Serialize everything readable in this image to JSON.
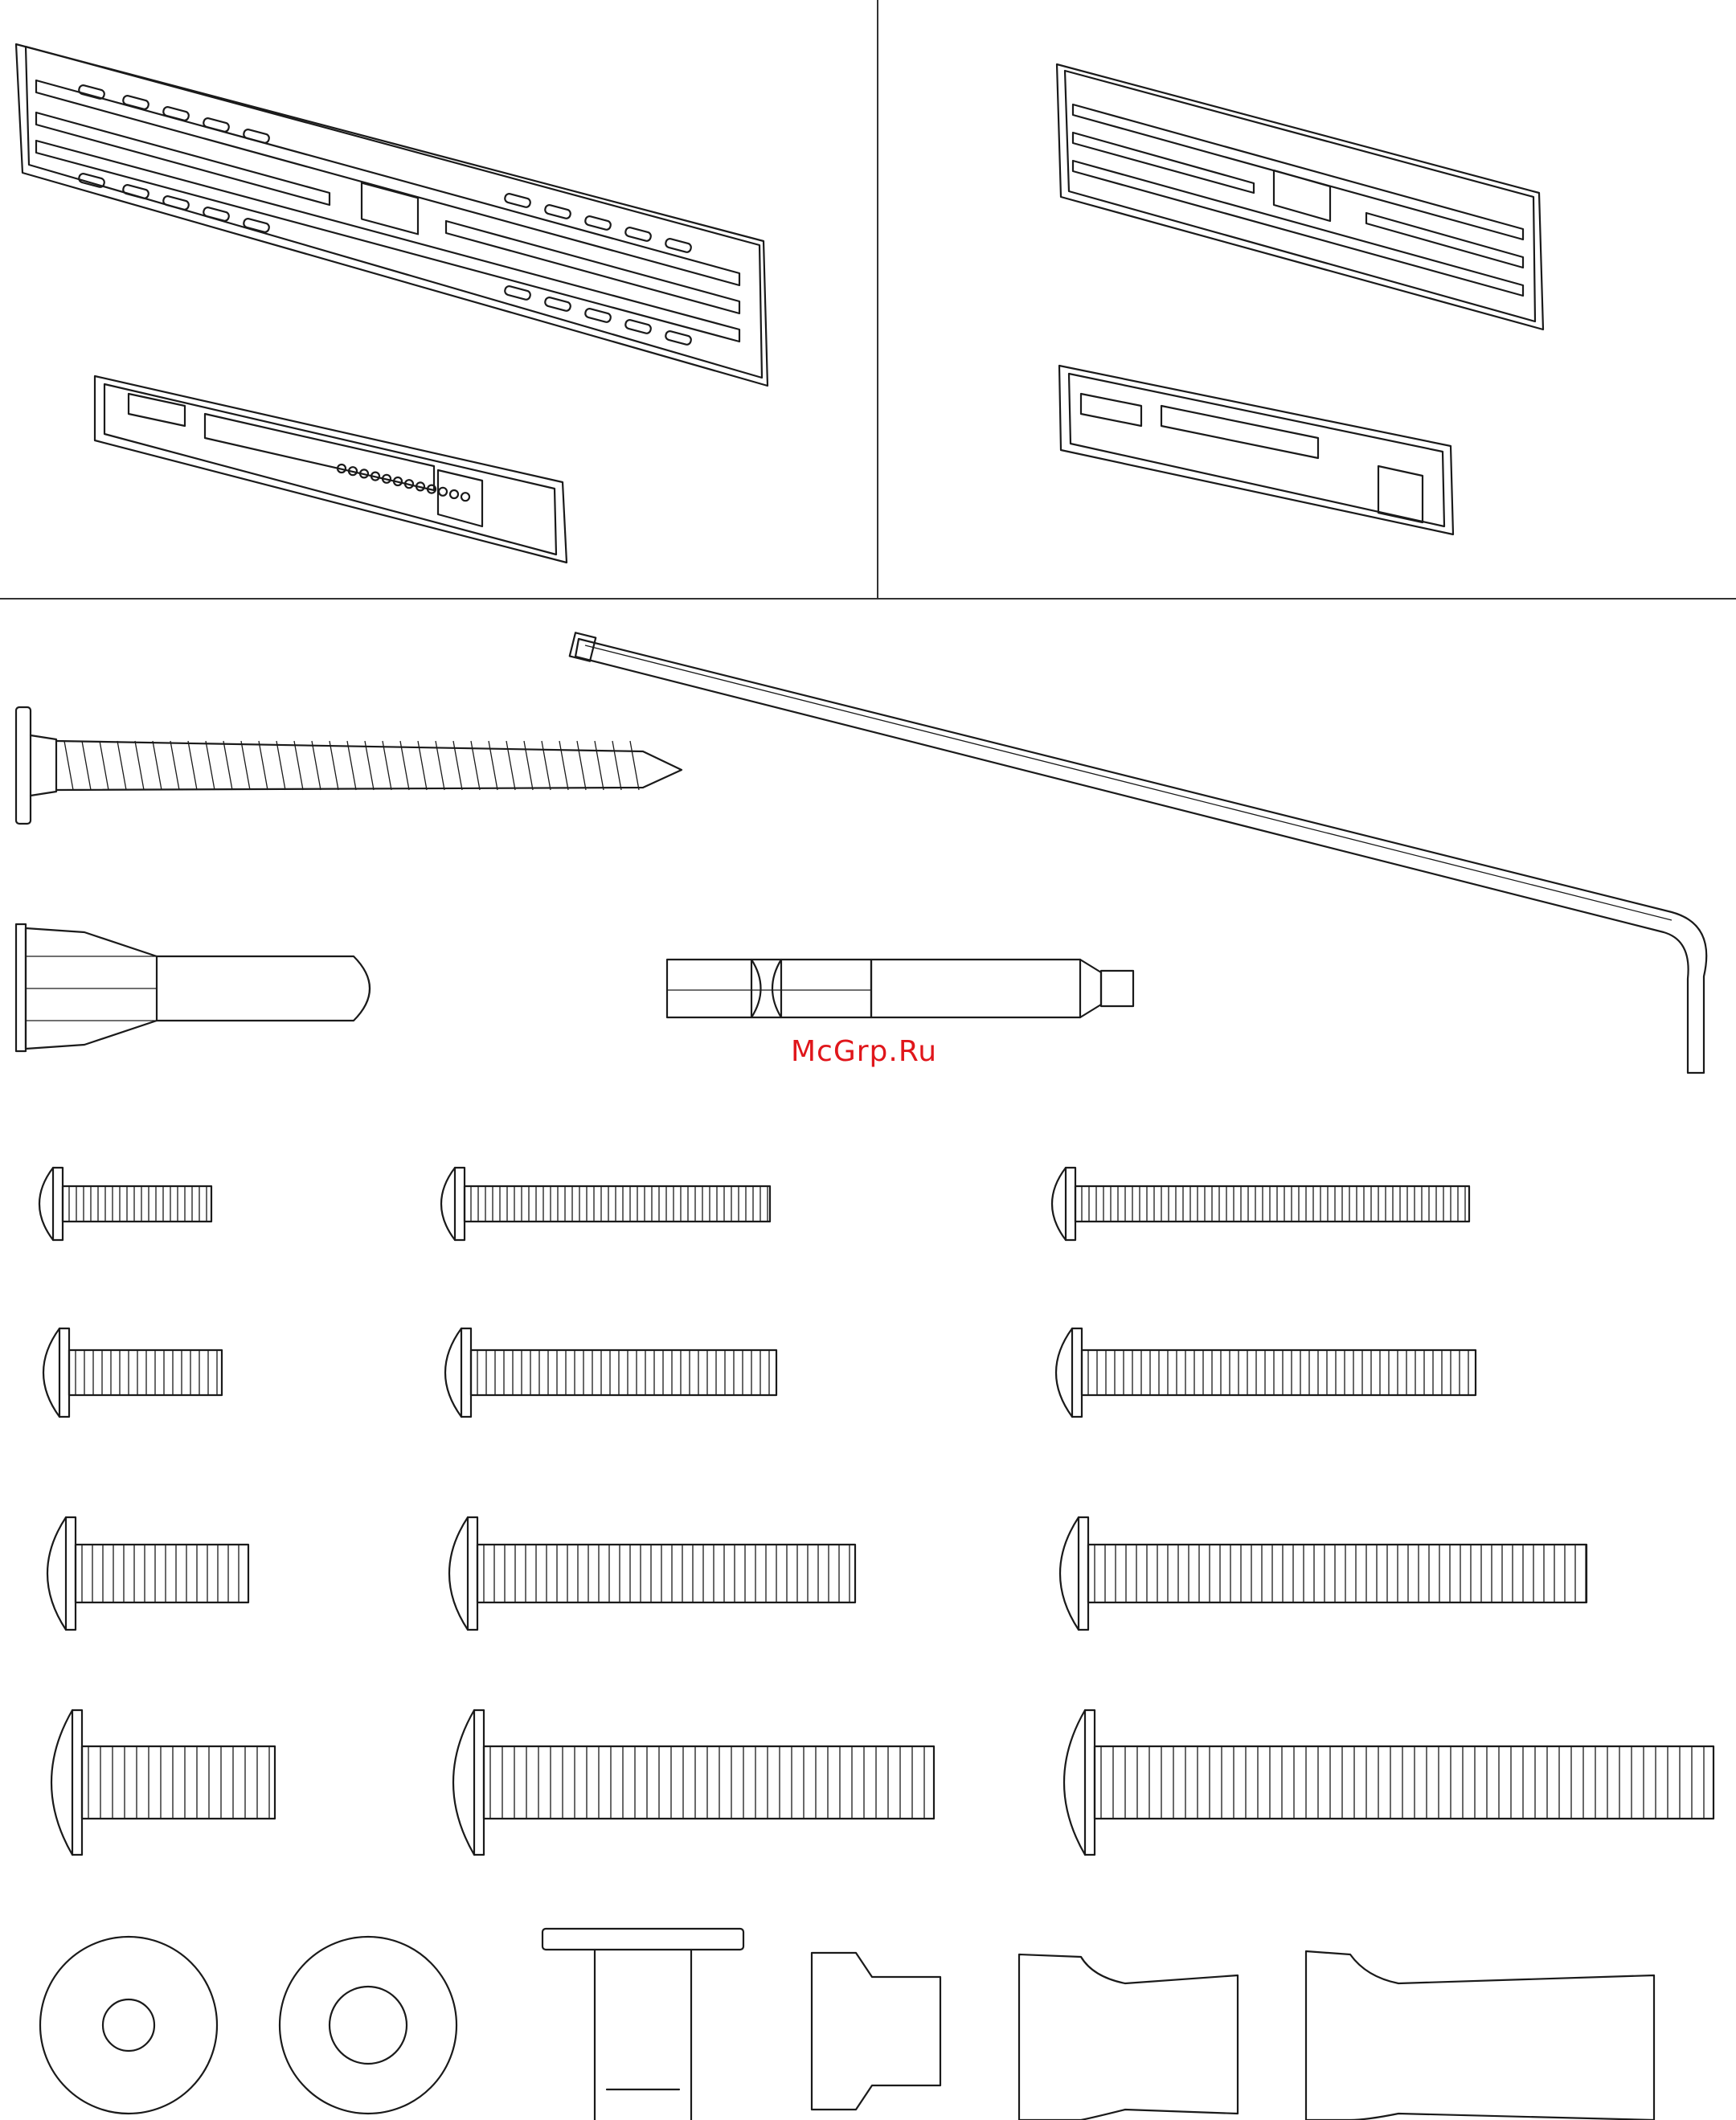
{
  "watermark": {
    "text": "McGrp.Ru",
    "color": "#e0161b"
  },
  "panels": [
    {
      "name": "kit-left",
      "parts": [
        "wall-plate",
        "bracket-arm"
      ]
    },
    {
      "name": "kit-right",
      "parts": [
        "wall-plate",
        "bracket-arm"
      ]
    }
  ],
  "hardware": {
    "row1": [
      "lag-bolt",
      "hex-key"
    ],
    "row2": [
      "wall-anchor",
      "socket-adapter"
    ],
    "screw_rows": [
      {
        "size": "small",
        "lengths": [
          "short",
          "medium",
          "long"
        ]
      },
      {
        "size": "medium",
        "lengths": [
          "short",
          "medium",
          "long"
        ]
      },
      {
        "size": "large",
        "lengths": [
          "short",
          "medium",
          "long"
        ]
      },
      {
        "size": "xlarge",
        "lengths": [
          "short",
          "medium",
          "long"
        ]
      }
    ],
    "row_bottom": [
      "washer",
      "washer",
      "cable-clip",
      "spacer-short",
      "spacer-medium",
      "spacer-long"
    ]
  }
}
